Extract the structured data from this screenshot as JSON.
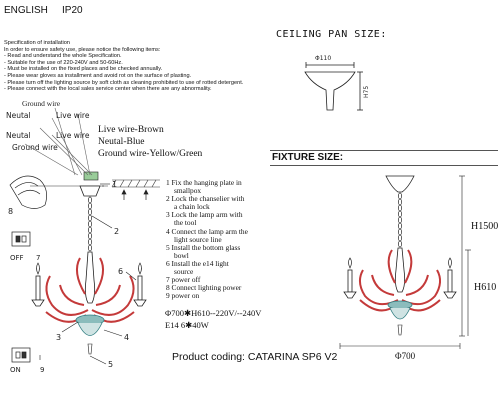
{
  "header": {
    "language": "ENGLISH",
    "ip_rating": "IP20"
  },
  "specification": {
    "title": "Specification of installation",
    "lines": [
      "In order to ensure safety use, please notice the following items:",
      "- Read and understand the whole Specification.",
      "- Suitable for the use of 220-240V and 50-60Hz.",
      "- Must be installed on the fixed places and be checked annually.",
      "- Please wear gloves as installment and avoid rot on the surface of plasting.",
      "- Please turn off the lighting source by soft cloth as cleaning prohibited to use of rotted detergent.",
      "- Please connect with the local sales service center when there are any abnormality."
    ]
  },
  "wiring": {
    "labels": {
      "ground_wire_top": "Ground wire",
      "neutal_1": "Neutal",
      "live_1": "Live wire",
      "neutal_2": "Neutal",
      "live_2": "Live wire",
      "ground_wire_bottom": "Ground wire"
    },
    "legend": [
      "Live wire-Brown",
      "Neutal-Blue",
      "Ground wire-Yellow/Green"
    ]
  },
  "diagram_markers": {
    "m1": "1",
    "m2": "2",
    "m3": "3",
    "m4": "4",
    "m5": "5",
    "m6": "6",
    "m7": "7",
    "m8": "8",
    "m9": "9",
    "off": "OFF",
    "on": "ON"
  },
  "steps": [
    "1 Fix the hanging plate in",
    "  smallpox",
    "2 Lock the chanselier with",
    "  a chain lock",
    "3 Lock the lamp arm with",
    "  the tool",
    "4 Connect the lamp arm the",
    "  light source line",
    "5 Install the bottom glass",
    "  bowl",
    "6 Install the e14 light",
    "  source",
    "7 power off",
    "8 Connect lighting power",
    "9 power on"
  ],
  "electrical": {
    "spec_line_1": "Φ700✱H610--220V/--240V",
    "spec_line_2": "E14 6✱40W"
  },
  "product": {
    "coding": "Product coding: CATARINA SP6 V2"
  },
  "ceiling_pan": {
    "title": "CEILING PAN SIZE:",
    "diameter": "Φ110",
    "height": "H75"
  },
  "fixture": {
    "title": "FIXTURE SIZE:",
    "h_total": "H1500",
    "h_body": "H610",
    "diameter": "Φ700"
  },
  "colors": {
    "arm_red": "#c43a3a",
    "glass_teal": "#2f7d80",
    "line": "#222222"
  }
}
